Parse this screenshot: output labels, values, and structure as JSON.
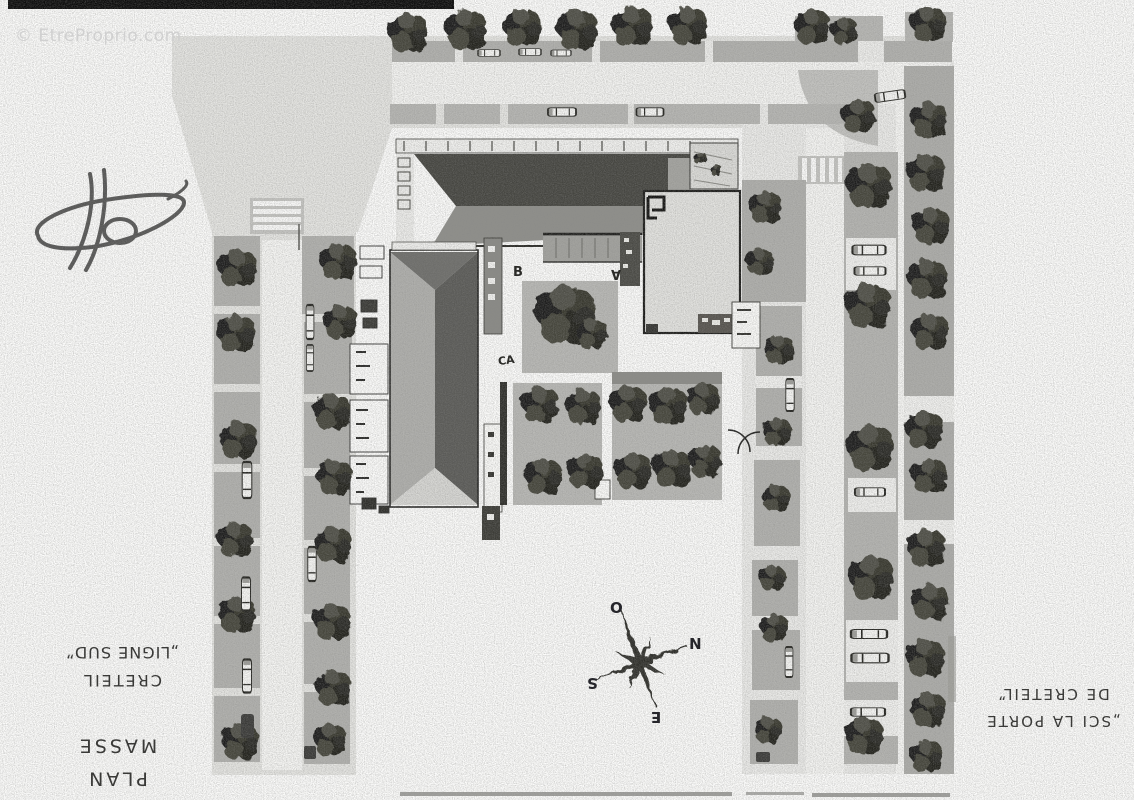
{
  "watermark": {
    "text": "© EtreProprio.com"
  },
  "titles": {
    "project_name": "CRETEIL",
    "project_subtitle": "„LIGNE SUD”",
    "drawing_title": "PLAN MASSE",
    "client_line1": "„SCI LA PORTE",
    "client_line2": "DE CRETEIL”"
  },
  "compass": {
    "n": "N",
    "s": "S",
    "e": "E",
    "o": "O"
  },
  "entrances": {
    "b": "B",
    "a": "A",
    "ca": "CA"
  },
  "palette": {
    "paper": "#fdfdfc",
    "road": "#e6e6e3",
    "parking_strip": "#b2b2af",
    "tree_dark": "#23231f",
    "roof_dark": "#454540",
    "roof_light": "#b0b0ad",
    "ink": "#1f1f1d",
    "scan_bar": "#0a0a0a"
  }
}
